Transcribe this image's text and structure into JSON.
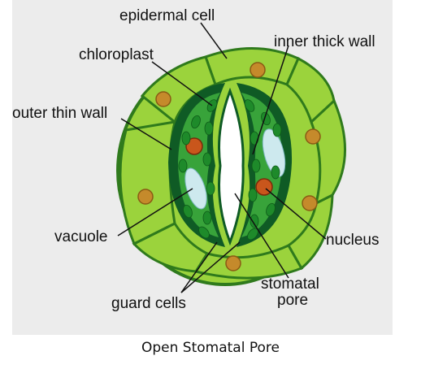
{
  "labels": {
    "epidermal_cell": "epidermal cell",
    "chloroplast": "chloroplast",
    "inner_thick_wall": "inner thick wall",
    "outer_thin_wall": "outer thin wall",
    "vacuole": "vacuole",
    "nucleus": "nucleus",
    "guard_cells": "guard  cells",
    "stomatal_pore_line1": "stomatal",
    "stomatal_pore_line2": "pore"
  },
  "caption": "Open Stomatal Pore",
  "colors": {
    "figure_background": "#ececec",
    "epidermal_fill": "#9bd33c",
    "epidermal_outline": "#2f7a1c",
    "guard_outer": "#0f5b25",
    "guard_inner": "#38a33a",
    "chloroplast": "#1e8a2a",
    "vacuole": "#cde9ee",
    "nucleus": "#c9561c",
    "epidermal_nucleus": "#c58a2b",
    "pore": "#ffffff"
  }
}
